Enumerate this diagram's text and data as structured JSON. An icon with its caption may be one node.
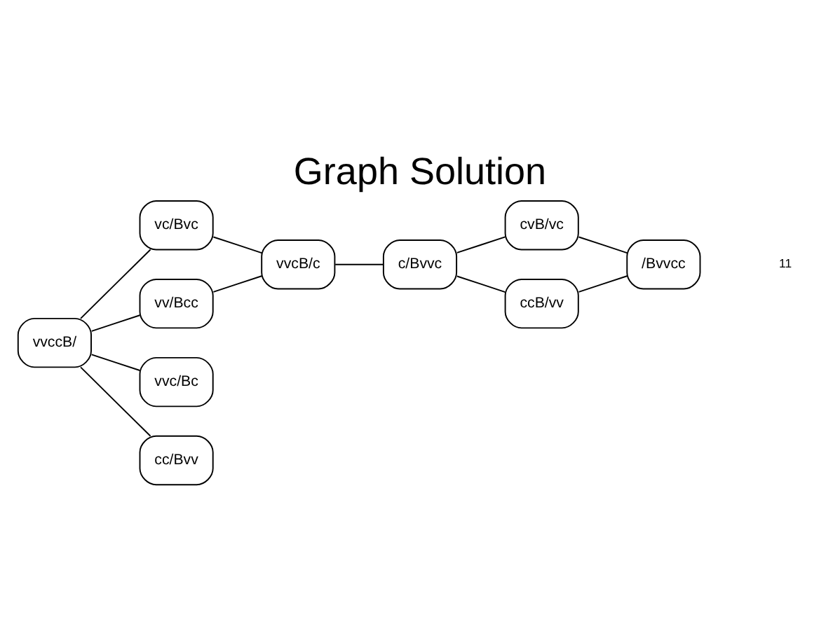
{
  "diagram": {
    "title": "Graph Solution",
    "nodes": [
      {
        "text": [
          "vvccB/"
        ]
      },
      {
        "text": [
          "vc/Bvc"
        ]
      },
      {
        "text": [
          "vv/Bcc"
        ]
      },
      {
        "text": [
          "vvc/Bc"
        ]
      },
      {
        "text": [
          "cc/Bvv"
        ]
      },
      {
        "text": [
          "vvcB/c"
        ]
      },
      {
        "text": [
          "c/Bvvc"
        ]
      },
      {
        "text": [
          "cvB/vc"
        ]
      },
      {
        "text": [
          "ccB/vv"
        ]
      },
      {
        "text": [
          "/Bvvcc"
        ]
      }
    ],
    "edges": [
      {
        "from": 0,
        "to": 1,
        "arrow": "none"
      },
      {
        "from": 0,
        "to": 2,
        "arrow": "none"
      },
      {
        "from": 0,
        "to": 3,
        "arrow": "none"
      },
      {
        "from": 0,
        "to": 4,
        "arrow": "none"
      },
      {
        "from": 1,
        "to": 5,
        "arrow": "none"
      },
      {
        "from": 2,
        "to": 5,
        "arrow": "none"
      },
      {
        "from": 5,
        "to": 6,
        "arrow": "none"
      },
      {
        "from": 6,
        "to": 7,
        "arrow": "none"
      },
      {
        "from": 6,
        "to": 8,
        "arrow": "none"
      },
      {
        "from": 7,
        "to": 9,
        "arrow": "none"
      },
      {
        "from": 8,
        "to": 9,
        "arrow": "none"
      }
    ],
    "labels": [
      "11"
    ]
  }
}
